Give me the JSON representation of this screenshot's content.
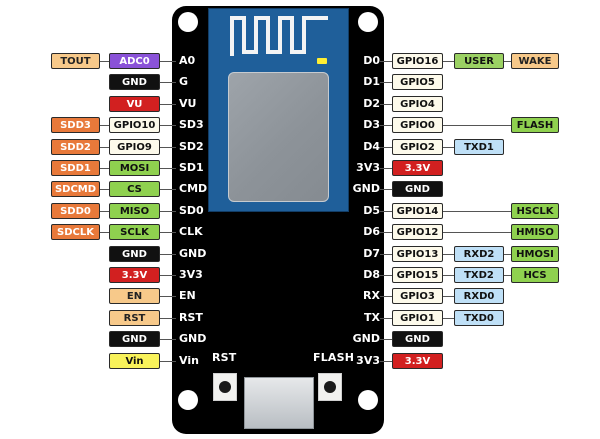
{
  "board": {
    "button_rst_label": "RST",
    "button_flash_label": "FLASH"
  },
  "pins_left": [
    {
      "name": "A0",
      "labels": [
        {
          "text": "TOUT",
          "style": "tan"
        },
        {
          "text": "ADC0",
          "style": "purple"
        }
      ]
    },
    {
      "name": "G",
      "labels": [
        {
          "text": "GND",
          "style": "black"
        }
      ]
    },
    {
      "name": "VU",
      "labels": [
        {
          "text": "VU",
          "style": "red"
        }
      ]
    },
    {
      "name": "SD3",
      "labels": [
        {
          "text": "SDD3",
          "style": "orange"
        },
        {
          "text": "GPIO10",
          "style": "gpio"
        }
      ]
    },
    {
      "name": "SD2",
      "labels": [
        {
          "text": "SDD2",
          "style": "orange"
        },
        {
          "text": "GPIO9",
          "style": "gpio"
        }
      ]
    },
    {
      "name": "SD1",
      "labels": [
        {
          "text": "SDD1",
          "style": "orange"
        },
        {
          "text": "MOSI",
          "style": "green"
        }
      ]
    },
    {
      "name": "CMD",
      "labels": [
        {
          "text": "SDCMD",
          "style": "orange"
        },
        {
          "text": "CS",
          "style": "green"
        }
      ]
    },
    {
      "name": "SD0",
      "labels": [
        {
          "text": "SDD0",
          "style": "orange"
        },
        {
          "text": "MISO",
          "style": "green"
        }
      ]
    },
    {
      "name": "CLK",
      "labels": [
        {
          "text": "SDCLK",
          "style": "orange"
        },
        {
          "text": "SCLK",
          "style": "green"
        }
      ]
    },
    {
      "name": "GND",
      "labels": [
        {
          "text": "GND",
          "style": "black"
        }
      ]
    },
    {
      "name": "3V3",
      "labels": [
        {
          "text": "3.3V",
          "style": "red"
        }
      ]
    },
    {
      "name": "EN",
      "labels": [
        {
          "text": "EN",
          "style": "tan"
        }
      ]
    },
    {
      "name": "RST",
      "labels": [
        {
          "text": "RST",
          "style": "tan"
        }
      ]
    },
    {
      "name": "GND",
      "labels": [
        {
          "text": "GND",
          "style": "black"
        }
      ]
    },
    {
      "name": "Vin",
      "labels": [
        {
          "text": "Vin",
          "style": "yellow"
        }
      ]
    }
  ],
  "pins_right": [
    {
      "name": "D0",
      "labels": [
        {
          "text": "GPIO16",
          "style": "gpio"
        },
        {
          "text": "USER",
          "style": "user"
        },
        {
          "text": "WAKE",
          "style": "wake"
        }
      ]
    },
    {
      "name": "D1",
      "labels": [
        {
          "text": "GPIO5",
          "style": "gpio"
        }
      ]
    },
    {
      "name": "D2",
      "labels": [
        {
          "text": "GPIO4",
          "style": "gpio"
        }
      ]
    },
    {
      "name": "D3",
      "labels": [
        {
          "text": "GPIO0",
          "style": "gpio"
        },
        {
          "text": "FLASH",
          "style": "green"
        }
      ]
    },
    {
      "name": "D4",
      "labels": [
        {
          "text": "GPIO2",
          "style": "gpio"
        },
        {
          "text": "TXD1",
          "style": "blue"
        }
      ]
    },
    {
      "name": "3V3",
      "labels": [
        {
          "text": "3.3V",
          "style": "red"
        }
      ]
    },
    {
      "name": "GND",
      "labels": [
        {
          "text": "GND",
          "style": "black"
        }
      ]
    },
    {
      "name": "D5",
      "labels": [
        {
          "text": "GPIO14",
          "style": "gpio"
        },
        {
          "text": "HSCLK",
          "style": "green"
        }
      ]
    },
    {
      "name": "D6",
      "labels": [
        {
          "text": "GPIO12",
          "style": "gpio"
        },
        {
          "text": "HMISO",
          "style": "green"
        }
      ]
    },
    {
      "name": "D7",
      "labels": [
        {
          "text": "GPIO13",
          "style": "gpio"
        },
        {
          "text": "RXD2",
          "style": "blue"
        },
        {
          "text": "HMOSI",
          "style": "green"
        }
      ]
    },
    {
      "name": "D8",
      "labels": [
        {
          "text": "GPIO15",
          "style": "gpio"
        },
        {
          "text": "TXD2",
          "style": "blue"
        },
        {
          "text": "HCS",
          "style": "green"
        }
      ]
    },
    {
      "name": "RX",
      "labels": [
        {
          "text": "GPIO3",
          "style": "gpio"
        },
        {
          "text": "RXD0",
          "style": "blue"
        }
      ]
    },
    {
      "name": "TX",
      "labels": [
        {
          "text": "GPIO1",
          "style": "gpio"
        },
        {
          "text": "TXD0",
          "style": "blue"
        }
      ]
    },
    {
      "name": "GND",
      "labels": [
        {
          "text": "GND",
          "style": "black"
        }
      ]
    },
    {
      "name": "3V3",
      "labels": [
        {
          "text": "3.3V",
          "style": "red"
        }
      ]
    }
  ]
}
